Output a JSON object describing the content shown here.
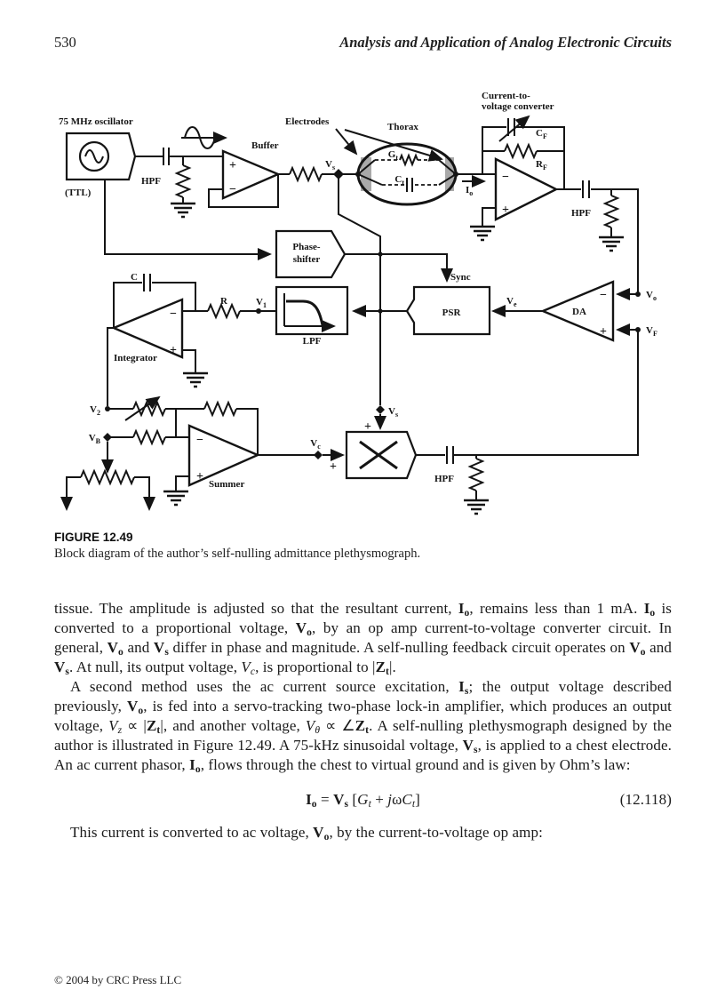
{
  "page": {
    "number": "530",
    "running_title": "Analysis and Application of Analog Electronic Circuits",
    "footer": "© 2004 by CRC Press LLC"
  },
  "figure": {
    "caption_label": "FIGURE 12.49",
    "caption_text": "Block diagram of the author’s self-nulling admittance plethysmograph.",
    "signs": {
      "plus": "+",
      "minus": "−"
    },
    "labels": {
      "oscillator": "75 MHz oscillator",
      "ttl": "(TTL)",
      "hpf_osc": "HPF",
      "buffer": "Buffer",
      "electrodes": "Electrodes",
      "thorax": "Thorax",
      "g_t": {
        "main": "G",
        "sub": "t"
      },
      "c_t": {
        "main": "C",
        "sub": "t"
      },
      "i_o": {
        "main": "I",
        "sub": "o"
      },
      "v_s_top": {
        "main": "V",
        "sub": "s"
      },
      "c2v_line1": "Current-to-",
      "c2v_line2": "voltage converter",
      "c_f": {
        "main": "C",
        "sub": "F"
      },
      "r_f": {
        "main": "R",
        "sub": "F"
      },
      "hpf_out": "HPF",
      "v_o": {
        "main": "V",
        "sub": "o"
      },
      "v_f": {
        "main": "V",
        "sub": "F"
      },
      "da": "DA",
      "v_e": {
        "main": "V",
        "sub": "e"
      },
      "psr": "PSR",
      "sync": "Sync",
      "phase1": "Phase-",
      "phase2": "shifter",
      "lpf": "LPF",
      "v_1": {
        "main": "V",
        "sub": "1"
      },
      "r": "R",
      "c": "C",
      "integrator": "Integrator",
      "v_2": {
        "main": "V",
        "sub": "2"
      },
      "v_b": {
        "main": "V",
        "sub": "B"
      },
      "summer": "Summer",
      "v_c": {
        "main": "V",
        "sub": "c"
      },
      "v_s_mult": {
        "main": "V",
        "sub": "s"
      },
      "hpf_mult": "HPF"
    }
  },
  "content": {
    "para1": [
      {
        "t": "tissue. The amplitude is adjusted so that the resultant current, "
      },
      {
        "b": "I"
      },
      {
        "bsub": "o"
      },
      {
        "t": ", remains less than 1 mA. "
      },
      {
        "b": "I"
      },
      {
        "bsub": "o"
      },
      {
        "t": " is converted to a proportional voltage, "
      },
      {
        "b": "V"
      },
      {
        "bsub": "o"
      },
      {
        "t": ", by an op amp current-to-voltage converter circuit. In general, "
      },
      {
        "b": "V"
      },
      {
        "bsub": "o"
      },
      {
        "t": " and "
      },
      {
        "b": "V"
      },
      {
        "bsub": "s"
      },
      {
        "t": " differ in phase and magnitude. A self-nulling feedback circuit operates on "
      },
      {
        "b": "V"
      },
      {
        "bsub": "o"
      },
      {
        "t": " and "
      },
      {
        "b": "V"
      },
      {
        "bsub": "s"
      },
      {
        "t": ". At null, its output voltage, "
      },
      {
        "i": "V"
      },
      {
        "isub": "c"
      },
      {
        "t": ", is proportional to |"
      },
      {
        "b": "Z"
      },
      {
        "bsub": "t"
      },
      {
        "t": "|."
      }
    ],
    "para2": [
      {
        "t": "A second method uses the ac current source excitation, "
      },
      {
        "b": "I"
      },
      {
        "bsub": "s"
      },
      {
        "t": "; the output voltage described previously, "
      },
      {
        "b": "V"
      },
      {
        "bsub": "o"
      },
      {
        "t": ", is fed into a servo-tracking two-phase lock-in amplifier, which produces an output voltage, "
      },
      {
        "i": "V"
      },
      {
        "isub": "z"
      },
      {
        "t": " ∝ |"
      },
      {
        "b": "Z"
      },
      {
        "bsub": "t"
      },
      {
        "t": "|, and another voltage, "
      },
      {
        "i": "V"
      },
      {
        "isub": "θ"
      },
      {
        "t": " ∝ ∠"
      },
      {
        "b": "Z"
      },
      {
        "bsub": "t"
      },
      {
        "t": ". A self-nulling plethysmograph designed by the author is illustrated in Figure 12.49. A 75-kHz sinusoidal voltage, "
      },
      {
        "b": "V"
      },
      {
        "bsub": "s"
      },
      {
        "t": ", is applied to a chest electrode. An ac current phasor, "
      },
      {
        "b": "I"
      },
      {
        "bsub": "o"
      },
      {
        "t": ", flows through the chest to virtual ground and is given by Ohm’s law:"
      }
    ],
    "equation": {
      "segments": [
        {
          "b": "I"
        },
        {
          "bsub": "o"
        },
        {
          "t": " = "
        },
        {
          "b": "V"
        },
        {
          "bsub": "s"
        },
        {
          "t": " ["
        },
        {
          "i": "G"
        },
        {
          "isub": "t"
        },
        {
          "t": " + "
        },
        {
          "i": "j"
        },
        {
          "t": "ω"
        },
        {
          "i": "C"
        },
        {
          "isub": "t"
        },
        {
          "t": "]"
        }
      ],
      "number": "(12.118)"
    },
    "para3": [
      {
        "t": "This current is converted to ac voltage, "
      },
      {
        "b": "V"
      },
      {
        "bsub": "o"
      },
      {
        "t": ", by the current-to-voltage op amp:"
      }
    ]
  }
}
